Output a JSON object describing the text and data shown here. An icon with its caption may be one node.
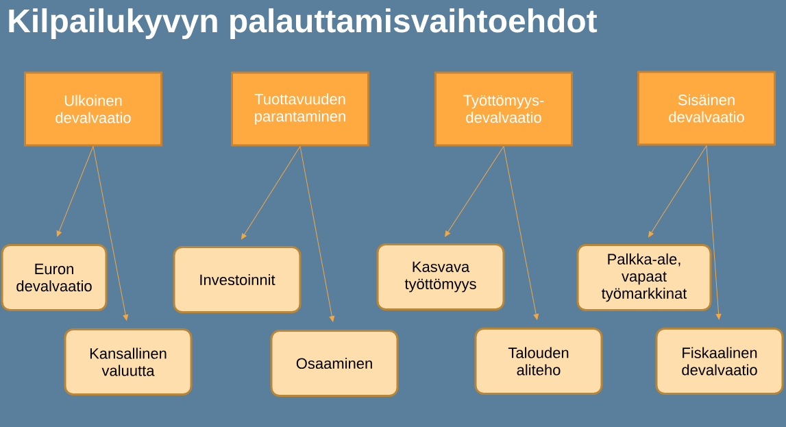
{
  "diagram": {
    "title": "Kilpailukyvyn palauttamisvaihtoehdot",
    "nodes": [
      {
        "text": [
          "Ulkoinen devalvaatio"
        ]
      },
      {
        "text": [
          "Tuottavuuden parantaminen"
        ]
      },
      {
        "text": [
          "Työttömyys- devalvaatio"
        ]
      },
      {
        "text": [
          "Sisäinen devalvaatio"
        ]
      },
      {
        "text": [
          "Euron devalvaatio"
        ]
      },
      {
        "text": [
          "Kansallinen valuutta"
        ]
      },
      {
        "text": [
          "Investoinnit"
        ]
      },
      {
        "text": [
          "Osaaminen"
        ]
      },
      {
        "text": [
          "Kasvava työttömyys"
        ]
      },
      {
        "text": [
          "Talouden aliteho"
        ]
      },
      {
        "text": [
          "Palkka-ale, vapaat työmarkkinat"
        ]
      },
      {
        "text": [
          "Fiskaalinen devalvaatio"
        ]
      }
    ],
    "edges": [
      {
        "from": 0,
        "to": 4,
        "arrow": "to"
      },
      {
        "from": 0,
        "to": 5,
        "arrow": "to"
      },
      {
        "from": 1,
        "to": 6,
        "arrow": "to"
      },
      {
        "from": 1,
        "to": 7,
        "arrow": "to"
      },
      {
        "from": 2,
        "to": 8,
        "arrow": "to"
      },
      {
        "from": 2,
        "to": 9,
        "arrow": "to"
      },
      {
        "from": 3,
        "to": 10,
        "arrow": "to"
      },
      {
        "from": 3,
        "to": 11,
        "arrow": "to"
      }
    ]
  }
}
